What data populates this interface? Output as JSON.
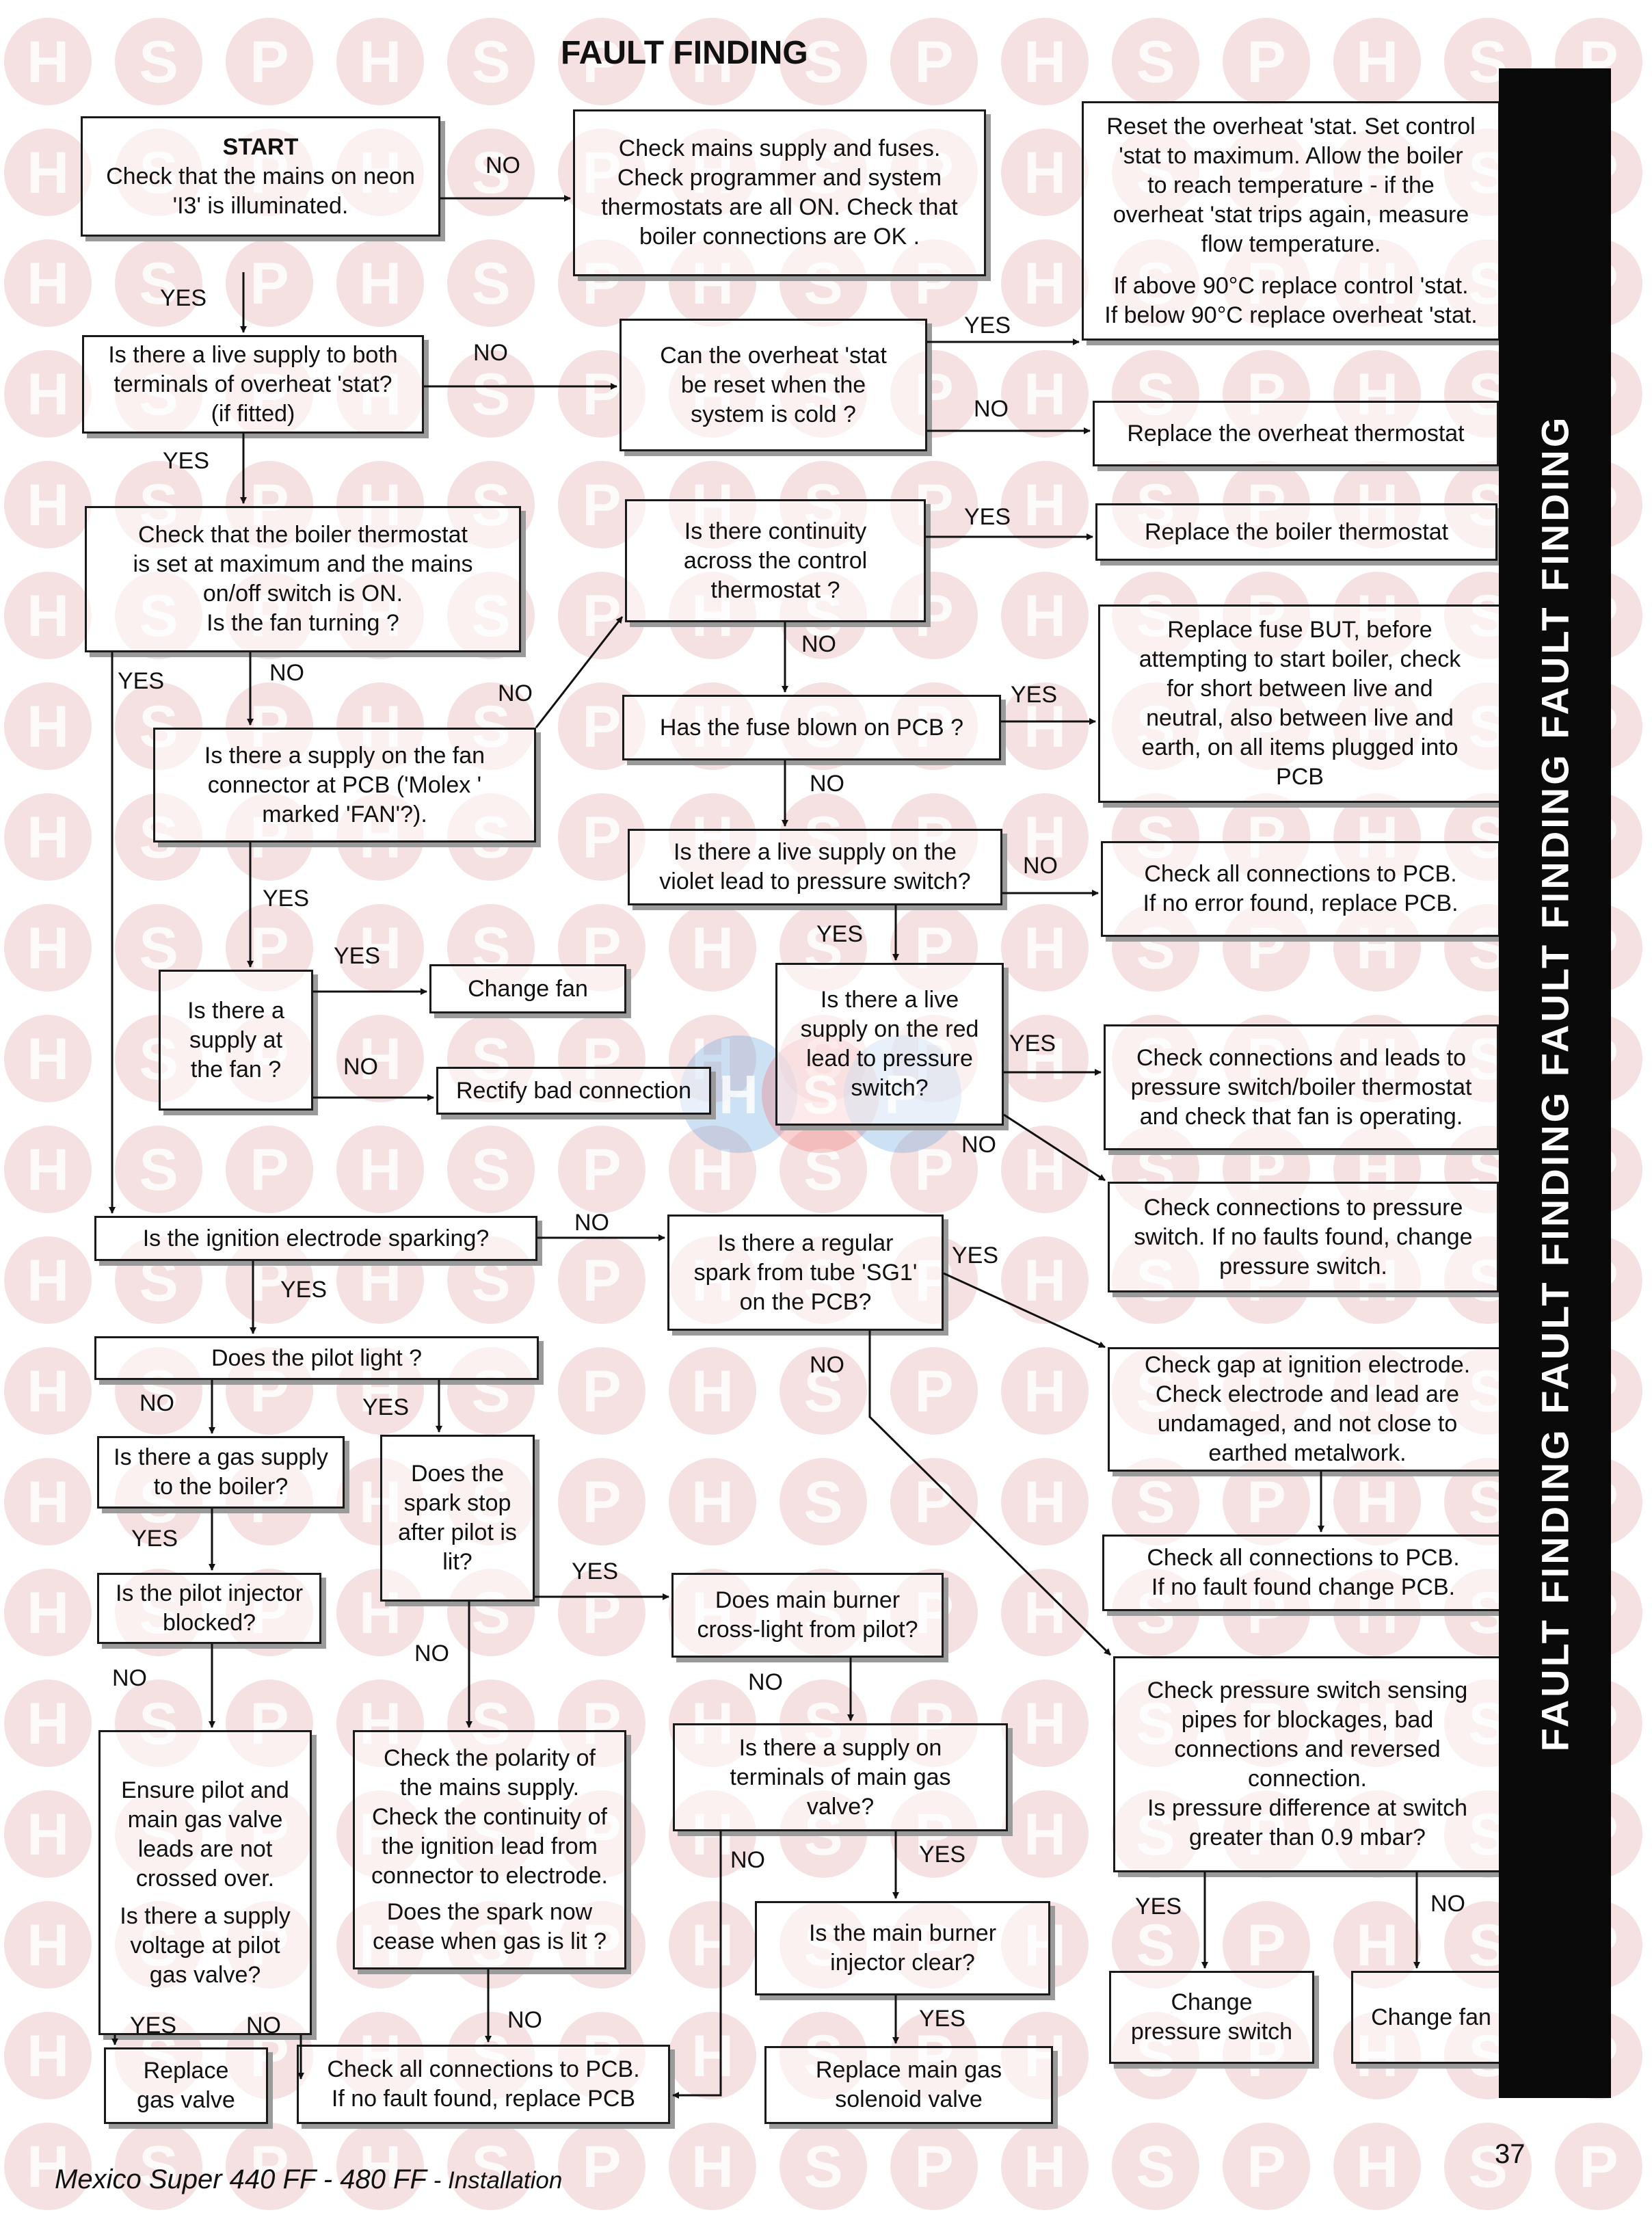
{
  "watermark": {
    "letters": "HSPHSPHSPHSPHSPHSP",
    "color": "#e9bcbc",
    "logo_colors": [
      "#6fa8e0",
      "#f07a7a"
    ]
  },
  "title": "FAULT FINDING",
  "sidebar_text": "FAULT FINDING FAULT FINDING FAULT FINDING FAULT FINDING",
  "footer": {
    "model": "Mexico Super 440 FF - 480 FF",
    "suffix": " - Installation"
  },
  "page_number": "37",
  "nodes": {
    "start_title": "START",
    "start": "Check that the mains on neon\n'I3' is illuminated.",
    "check_mains": "Check mains supply and fuses.\nCheck programmer and system\nthermostats are all ON. Check that\nboiler connections are OK .",
    "reset_overheat": "Reset the overheat 'stat. Set control\n'stat to maximum.  Allow the boiler\nto reach temperature - if the\noverheat 'stat  trips again, measure\nflow temperature.",
    "reset_overheat_2": "If above 90°C replace control 'stat.\nIf below 90°C replace overheat 'stat.",
    "live_supply_overheat": "Is there a live supply to both\nterminals of overheat 'stat?\n(if fitted)",
    "overheat_reset": "Can the overheat 'stat\nbe reset when the\nsystem is cold ?",
    "replace_overheat": "Replace the overheat thermostat",
    "boiler_stat_max": "Check that the boiler thermostat\nis set at maximum and the mains\non/off switch is ON.\nIs the fan turning ?",
    "continuity": "Is there continuity\nacross the control\nthermostat ?",
    "replace_boiler_stat": "Replace the boiler thermostat",
    "fuse_blown": "Has the fuse blown on PCB ?",
    "replace_fuse": "Replace fuse BUT, before\nattempting to start boiler, check\nfor short between live and\nneutral, also between live and\nearth, on all items plugged into\nPCB",
    "fan_connector": "Is there a supply on the fan\nconnector at PCB ('Molex '\nmarked 'FAN'?).",
    "violet_lead": "Is there a live supply on the\nviolet lead to pressure switch?",
    "check_pcb_connections": "Check all connections to PCB.\nIf no error found, replace PCB.",
    "supply_at_fan": "Is there a\nsupply at\nthe fan ?",
    "change_fan": "Change fan",
    "rectify": "Rectify bad connection",
    "red_lead": "Is there a live\nsupply on the red\nlead to pressure\nswitch?",
    "check_leads_ps": "Check connections and leads to\npressure switch/boiler thermostat\nand check that fan is operating.",
    "check_ps_connections": "Check connections to pressure\nswitch. If no faults found, change\npressure switch.",
    "ignition_sparking": "Is the ignition electrode sparking?",
    "regular_spark": "Is there a regular\nspark from tube 'SG1'\non the PCB?",
    "check_gap": "Check gap at ignition electrode.\nCheck electrode and lead are\nundamaged, and not close to\nearthed metalwork.",
    "pilot_light": "Does the pilot light ?",
    "check_pcb_2": "Check all connections to PCB.\nIf no fault found change PCB.",
    "gas_supply": "Is there a gas supply\nto the boiler?",
    "spark_stop": "Does the\nspark stop\nafter pilot is\nlit?",
    "pilot_injector": "Is the pilot injector\nblocked?",
    "cross_light": "Does main burner\ncross-light from pilot?",
    "check_ps_pipes": "Check pressure switch sensing\npipes for blockages, bad\nconnections and reversed\nconnection.\nIs pressure difference at switch\ngreater than 0.9 mbar?",
    "ensure_pilot": "Ensure pilot and\nmain gas valve\nleads are not\ncrossed over.",
    "ensure_pilot_2": "Is there a supply\nvoltage at pilot\ngas valve?",
    "polarity": "Check the polarity of\nthe mains supply.\nCheck the continuity of\nthe ignition lead from\nconnector to electrode.",
    "polarity_2": "Does the spark now\ncease when gas is lit ?",
    "main_gas_valve": "Is there a supply on\nterminals of main gas\nvalve?",
    "main_injector": "Is the main burner\ninjector clear?",
    "change_ps": "Change\npressure switch",
    "change_fan_2": "Change fan",
    "replace_gas_valve": "Replace\ngas valve",
    "check_pcb_3": "Check all connections to PCB.\nIf no fault found, replace PCB",
    "replace_solenoid": "Replace main gas\nsolenoid valve"
  },
  "labels": {
    "yes": "YES",
    "no": "NO"
  }
}
